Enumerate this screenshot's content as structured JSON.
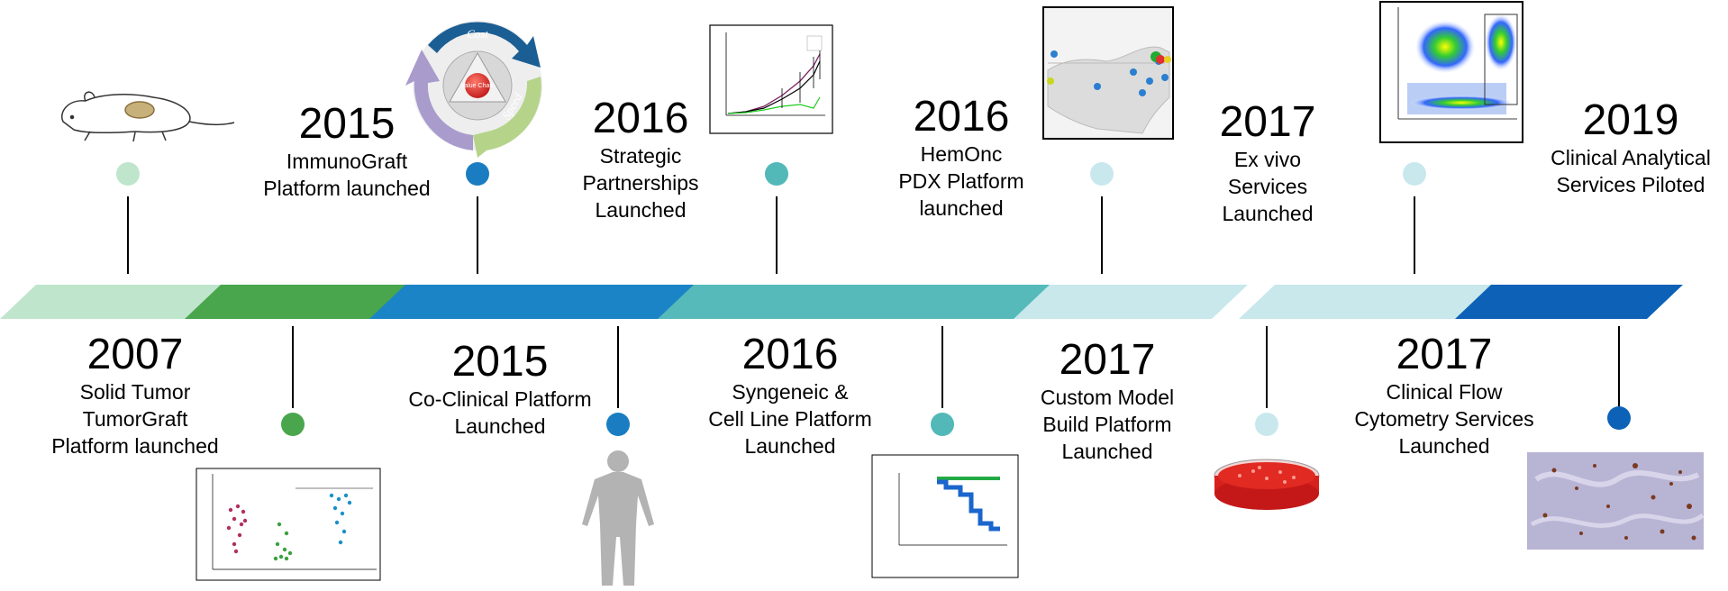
{
  "events": [
    {
      "year": "2007",
      "text": "Solid Tumor\nTumorGraft\nPlatform launched",
      "color": "#4caf50",
      "side": "bottom"
    },
    {
      "year": "2015",
      "text": "ImmunoGraft\nPlatform launched",
      "color": "#1a7dc2",
      "side": "top"
    },
    {
      "year": "2015",
      "text": "Co-Clinical Platform\nLaunched",
      "color": "#1a7dc2",
      "side": "bottom"
    },
    {
      "year": "2016",
      "text": "Strategic\nPartnerships\nLaunched",
      "color": "#52b8b8",
      "side": "top"
    },
    {
      "year": "2016",
      "text": "Syngeneic &\nCell Line Platform\nLaunched",
      "color": "#52b8b8",
      "side": "bottom"
    },
    {
      "year": "2016",
      "text": "HemOnc\nPDX Platform\nlaunched",
      "color": "#c8e8ee",
      "side": "top"
    },
    {
      "year": "2017",
      "text": "Custom Model\nBuild Platform\nLaunched",
      "color": "#c8e8ee",
      "side": "bottom"
    },
    {
      "year": "2017",
      "text": "Ex vivo\nServices\nLaunched",
      "color": "#c8e8ee",
      "side": "top"
    },
    {
      "year": "2017",
      "text": "Clinical Flow\nCytometry Services\nLaunched",
      "color": "#c8e8ee",
      "side": "bottom"
    },
    {
      "year": "2019",
      "text": "Clinical Analytical\nServices Piloted",
      "color": "#0d62b8",
      "side": "top"
    }
  ],
  "timeline_colors": [
    "#bfe6cc",
    "#4aa64c",
    "#1a84c6",
    "#56baba",
    "#c8e8ec",
    "#c8e8ec",
    "#0d62b8"
  ],
  "cycle_diagram": {
    "top": "Cost",
    "right": "Speed",
    "center": "Value Chain"
  },
  "icons": [
    "mouse-with-tumor-icon",
    "cycle-diagram-icon",
    "growth-chart-icon",
    "us-map-icon",
    "flow-cytometry-plot-icon",
    "dot-plot-chart-icon",
    "human-silhouette-icon",
    "survival-curve-icon",
    "petri-dish-icon",
    "histology-image-icon"
  ]
}
